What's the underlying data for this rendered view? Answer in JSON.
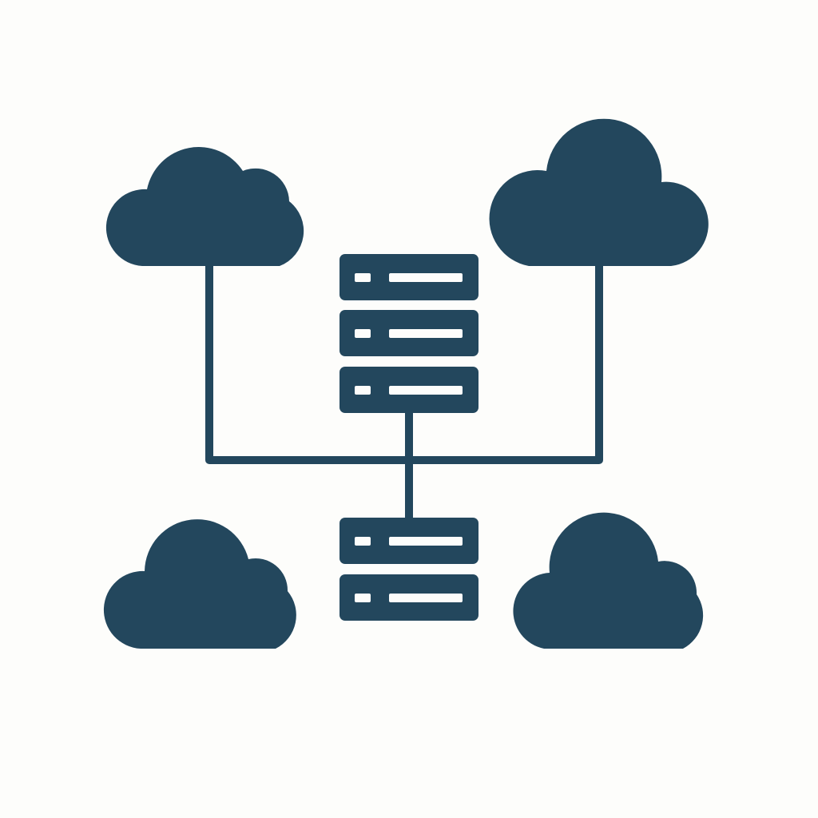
{
  "colors": {
    "background": "#fdfdfb",
    "foreground": "#23475d"
  },
  "icons": {
    "cloud": "cloud-icon",
    "server": "server-rack-icon",
    "connector": "network-line"
  },
  "diagram": {
    "nodes": [
      {
        "id": "cloud-top-left",
        "kind": "cloud"
      },
      {
        "id": "cloud-top-right",
        "kind": "cloud"
      },
      {
        "id": "cloud-bottom-left",
        "kind": "cloud"
      },
      {
        "id": "cloud-bottom-right",
        "kind": "cloud"
      },
      {
        "id": "server-stack-top",
        "kind": "server",
        "units": 3
      },
      {
        "id": "server-stack-bottom",
        "kind": "server",
        "units": 2
      }
    ],
    "edges": [
      {
        "from": "cloud-top-left",
        "to": "server-stack-top"
      },
      {
        "from": "cloud-top-right",
        "to": "server-stack-top"
      },
      {
        "from": "server-stack-top",
        "to": "server-stack-bottom"
      }
    ]
  }
}
